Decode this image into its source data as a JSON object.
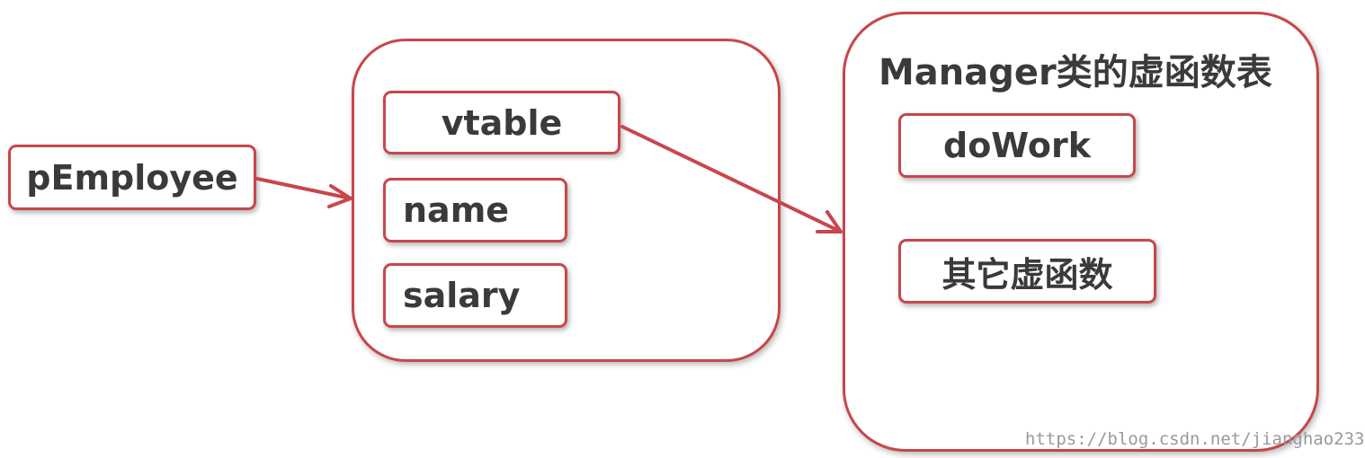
{
  "pointer": {
    "label": "pEmployee"
  },
  "object_fields": [
    {
      "label": "vtable"
    },
    {
      "label": "name"
    },
    {
      "label": "salary"
    }
  ],
  "vtable": {
    "title": "Manager类的虚函数表",
    "entries": [
      {
        "label": "doWork"
      },
      {
        "label": "其它虚函数"
      }
    ]
  },
  "watermark": {
    "text": "https://blog.csdn.net/jianghao233"
  },
  "colors": {
    "border": "#c8464c",
    "arrow": "#c8464c",
    "text": "#3a3a3a"
  }
}
